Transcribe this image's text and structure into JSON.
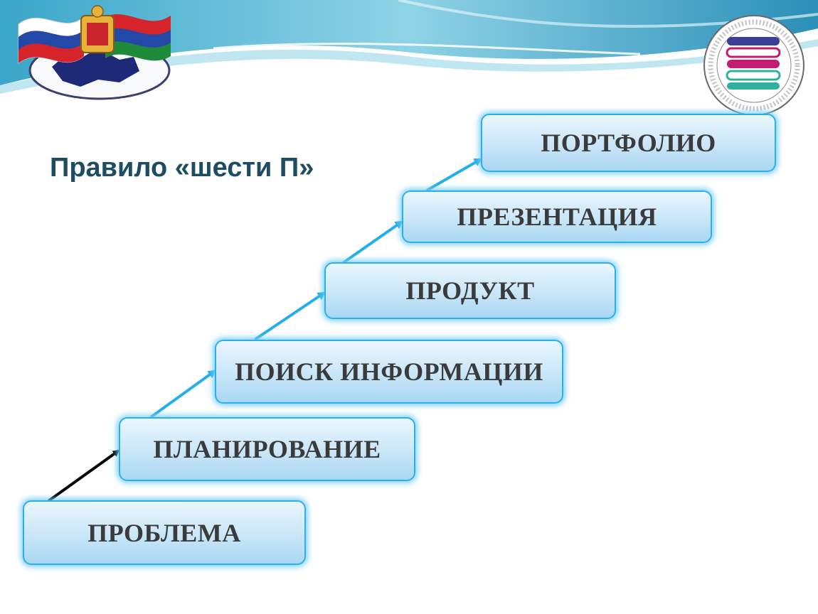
{
  "slide": {
    "title": "Правило «шести П»",
    "steps": [
      {
        "label": "ПРОБЛЕМА"
      },
      {
        "label": "ПЛАНИРОВАНИЕ"
      },
      {
        "label": "ПОИСК ИНФОРМАЦИИ"
      },
      {
        "label": "ПРОДУКТ"
      },
      {
        "label": "ПРЕЗЕНТАЦИЯ"
      },
      {
        "label": "ПОРТФОЛИО"
      }
    ]
  },
  "logos": {
    "left": {
      "icon": "krasnodar-region-emblem-icon"
    },
    "right": {
      "icon": "institute-education-development-logo-icon",
      "ring_text": "ИНСТИТУТ РАЗВИТИЯ ОБРАЗОВАНИЯ КРАСНОДАРСКОГО КРАЯ"
    }
  },
  "colors": {
    "title": "#1d4c63",
    "box_border": "#2ab0ea",
    "box_fill": "#c9e6f8",
    "step_text": "#3b3b3b",
    "arrow_blue": "#25aee8",
    "arrow_black": "#000000"
  }
}
